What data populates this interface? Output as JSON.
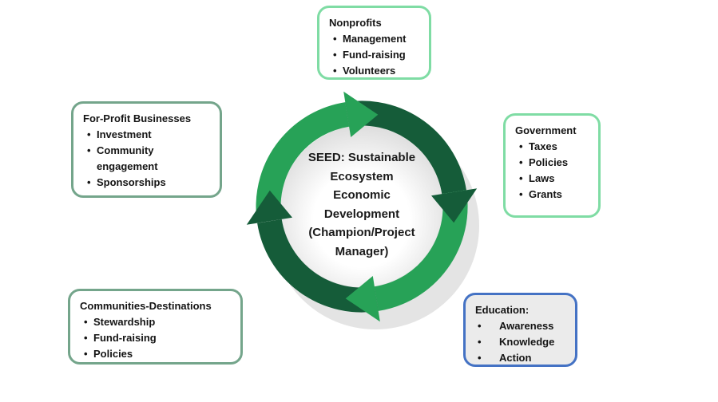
{
  "center": {
    "lines": [
      "SEED: Sustainable",
      "Ecosystem",
      "Economic",
      "Development",
      "(Champion/Project",
      "Manager)"
    ]
  },
  "boxes": {
    "nonprofits": {
      "title": "Nonprofits",
      "items": [
        "Management",
        "Fund-raising",
        "Volunteers"
      ]
    },
    "forProfit": {
      "title": "For-Profit Businesses",
      "items": [
        "Investment",
        "Community engagement",
        "Sponsorships"
      ]
    },
    "government": {
      "title": "Government",
      "items": [
        "Taxes",
        "Policies",
        "Laws",
        "Grants"
      ]
    },
    "communities": {
      "title": "Communities-Destinations",
      "items": [
        "Stewardship",
        "Fund-raising",
        "Policies"
      ]
    },
    "education": {
      "title": "Education:",
      "items": [
        "Awareness",
        "Knowledge",
        "Action"
      ]
    }
  },
  "colors": {
    "bright_green": "#27a257",
    "dark_green": "#155c39",
    "mint_border": "#7fdca4",
    "sage_border": "#74a58b",
    "blue_border": "#4472c4",
    "education_fill": "#ebebeb",
    "shadow_gray": "#e4e4e4"
  }
}
